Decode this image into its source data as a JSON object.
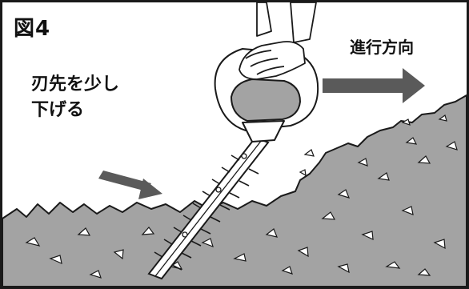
{
  "figure": {
    "label": "図4",
    "direction_text": "進行方向",
    "instruction_line1": "刃先を少し",
    "instruction_line2": "下げる"
  },
  "colors": {
    "hedge": "#a3a3a3",
    "outline": "#1a1a1a",
    "arrow": "#5a5a5a",
    "background": "#ffffff"
  },
  "icons": [
    "arrow-right-icon",
    "arrow-down-right-icon"
  ]
}
